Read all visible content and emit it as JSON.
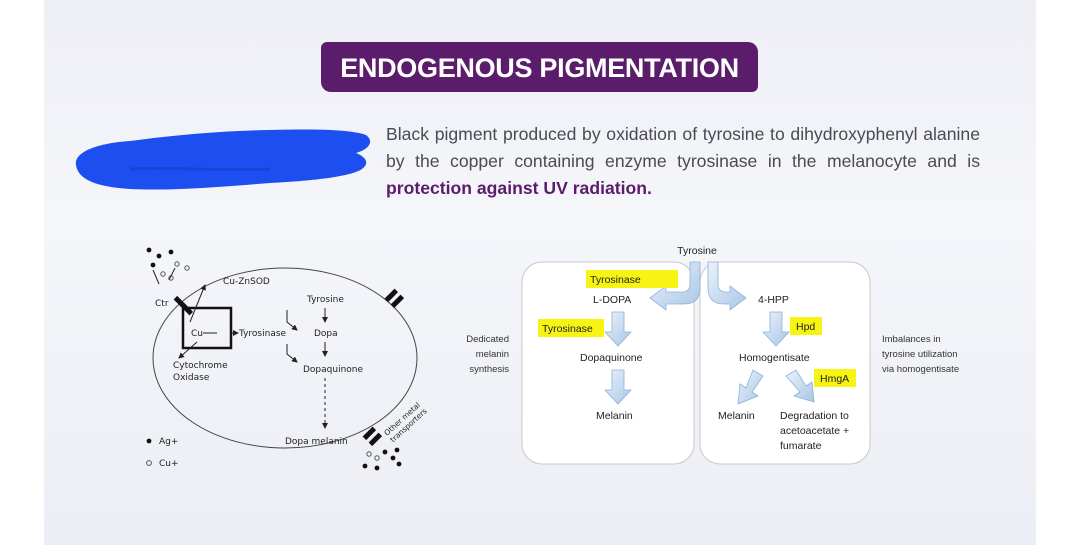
{
  "title": "ENDOGENOUS PIGMENTATION",
  "description": {
    "text_part1": "Black pigment produced by oxidation of tyrosine to dihydroxyphenyl alanine by the copper containing enzyme tyrosinase in the melanocyte and is ",
    "text_bold": "protection against UV radiation."
  },
  "colors": {
    "title_bg": "#5b1c6b",
    "highlight": "#f7f312",
    "scribble": "#1d4ff0",
    "arrow": "#a9c6e6"
  },
  "cell_diagram": {
    "ctr": "Ctr",
    "cu_znsod": "Cu-ZnSOD",
    "cu": "Cu",
    "tyrosinase": "Tyrosinase",
    "cytochrome": "Cytochrome",
    "oxidase": "Oxidase",
    "tyrosine": "Tyrosine",
    "dopa": "Dopa",
    "dopaquinone": "Dopaquinone",
    "dopa_melanin": "Dopa melanin",
    "other_metal_1": "Other metal",
    "other_metal_2": "transporters",
    "legend_ag": "Ag+",
    "legend_cu": "Cu+"
  },
  "pathway": {
    "tyrosine": "Tyrosine",
    "tyrosinase_1": "Tyrosinase",
    "ldopa": "L-DOPA",
    "tyrosinase_2": "Tyrosinase",
    "dopaquinone": "Dopaquinone",
    "melanin_left": "Melanin",
    "hpp": "4-HPP",
    "hpd": "Hpd",
    "homogentisate": "Homogentisate",
    "hmga": "HmgA",
    "melanin_right": "Melanin",
    "degradation_1": "Degradation to",
    "degradation_2": "acetoacetate +",
    "degradation_3": "fumarate",
    "dedicated_1": "Dedicated",
    "dedicated_2": "melanin",
    "dedicated_3": "synthesis",
    "imbalance_1": "Imbalances in",
    "imbalance_2": "tyrosine utilization",
    "imbalance_3": "via homogentisate"
  }
}
